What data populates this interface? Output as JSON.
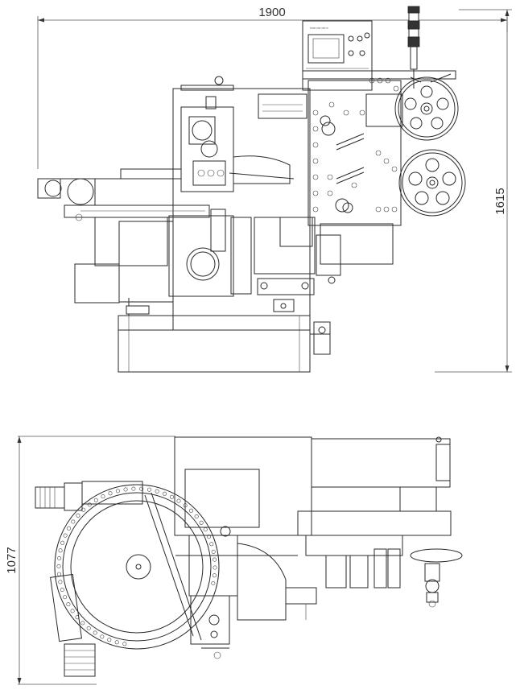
{
  "dimensions": {
    "width_label": "1900",
    "height_label_front": "1615",
    "height_label_top": "1077"
  },
  "views": [
    {
      "id": "front-view"
    },
    {
      "id": "top-view"
    }
  ],
  "icons": [
    "dimension-arrow-icon",
    "signal-tower-icon",
    "reel-icon",
    "hmi-screen-icon"
  ]
}
